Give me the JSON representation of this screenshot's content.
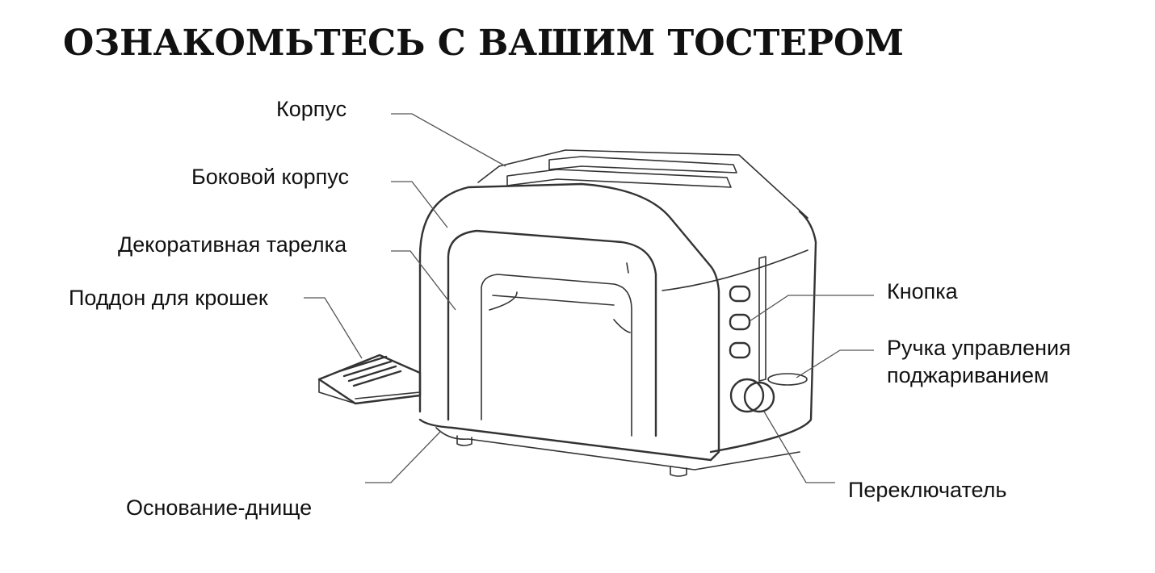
{
  "title": "ОЗНАКОМЬТЕСЬ С ВАШИМ ТОСТЕРОМ",
  "labels": {
    "body": "Корпус",
    "side_body": "Боковой корпус",
    "decor_plate": "Декоративная тарелка",
    "crumb_tray": "Поддон для крошек",
    "base": "Основание-днище",
    "button": "Кнопка",
    "browning_knob_line1": "Ручка управления",
    "browning_knob_line2": "поджариванием",
    "lever": "Переключатель"
  }
}
